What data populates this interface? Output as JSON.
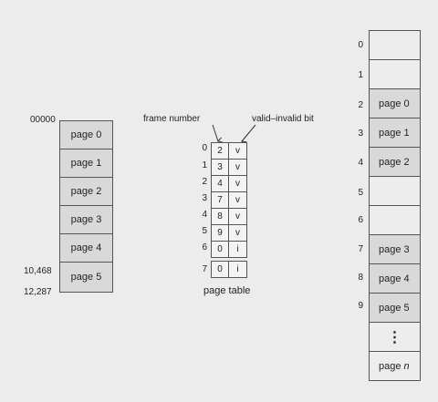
{
  "logical_memory": {
    "start_address": "00000",
    "addr_10468": "10,468",
    "end_address": "12,287",
    "pages": [
      "page 0",
      "page 1",
      "page 2",
      "page 3",
      "page 4",
      "page 5"
    ]
  },
  "page_table": {
    "frame_number_label": "frame number",
    "valid_bit_label": "valid–invalid bit",
    "caption": "page table",
    "rows": [
      {
        "index": "0",
        "frame": "2",
        "bit": "v"
      },
      {
        "index": "1",
        "frame": "3",
        "bit": "v"
      },
      {
        "index": "2",
        "frame": "4",
        "bit": "v"
      },
      {
        "index": "3",
        "frame": "7",
        "bit": "v"
      },
      {
        "index": "4",
        "frame": "8",
        "bit": "v"
      },
      {
        "index": "5",
        "frame": "9",
        "bit": "v"
      },
      {
        "index": "6",
        "frame": "0",
        "bit": "i"
      },
      {
        "index": "7",
        "frame": "0",
        "bit": "i"
      }
    ]
  },
  "physical_memory": {
    "frame_numbers": [
      "0",
      "1",
      "2",
      "3",
      "4",
      "5",
      "6",
      "7",
      "8",
      "9"
    ],
    "frames": [
      "",
      "",
      "page 0",
      "page 1",
      "page 2",
      "",
      "",
      "page 3",
      "page 4",
      "page 5"
    ],
    "ellipsis": "⋮",
    "last_page_prefix": "page ",
    "last_page_suffix": "n"
  }
}
